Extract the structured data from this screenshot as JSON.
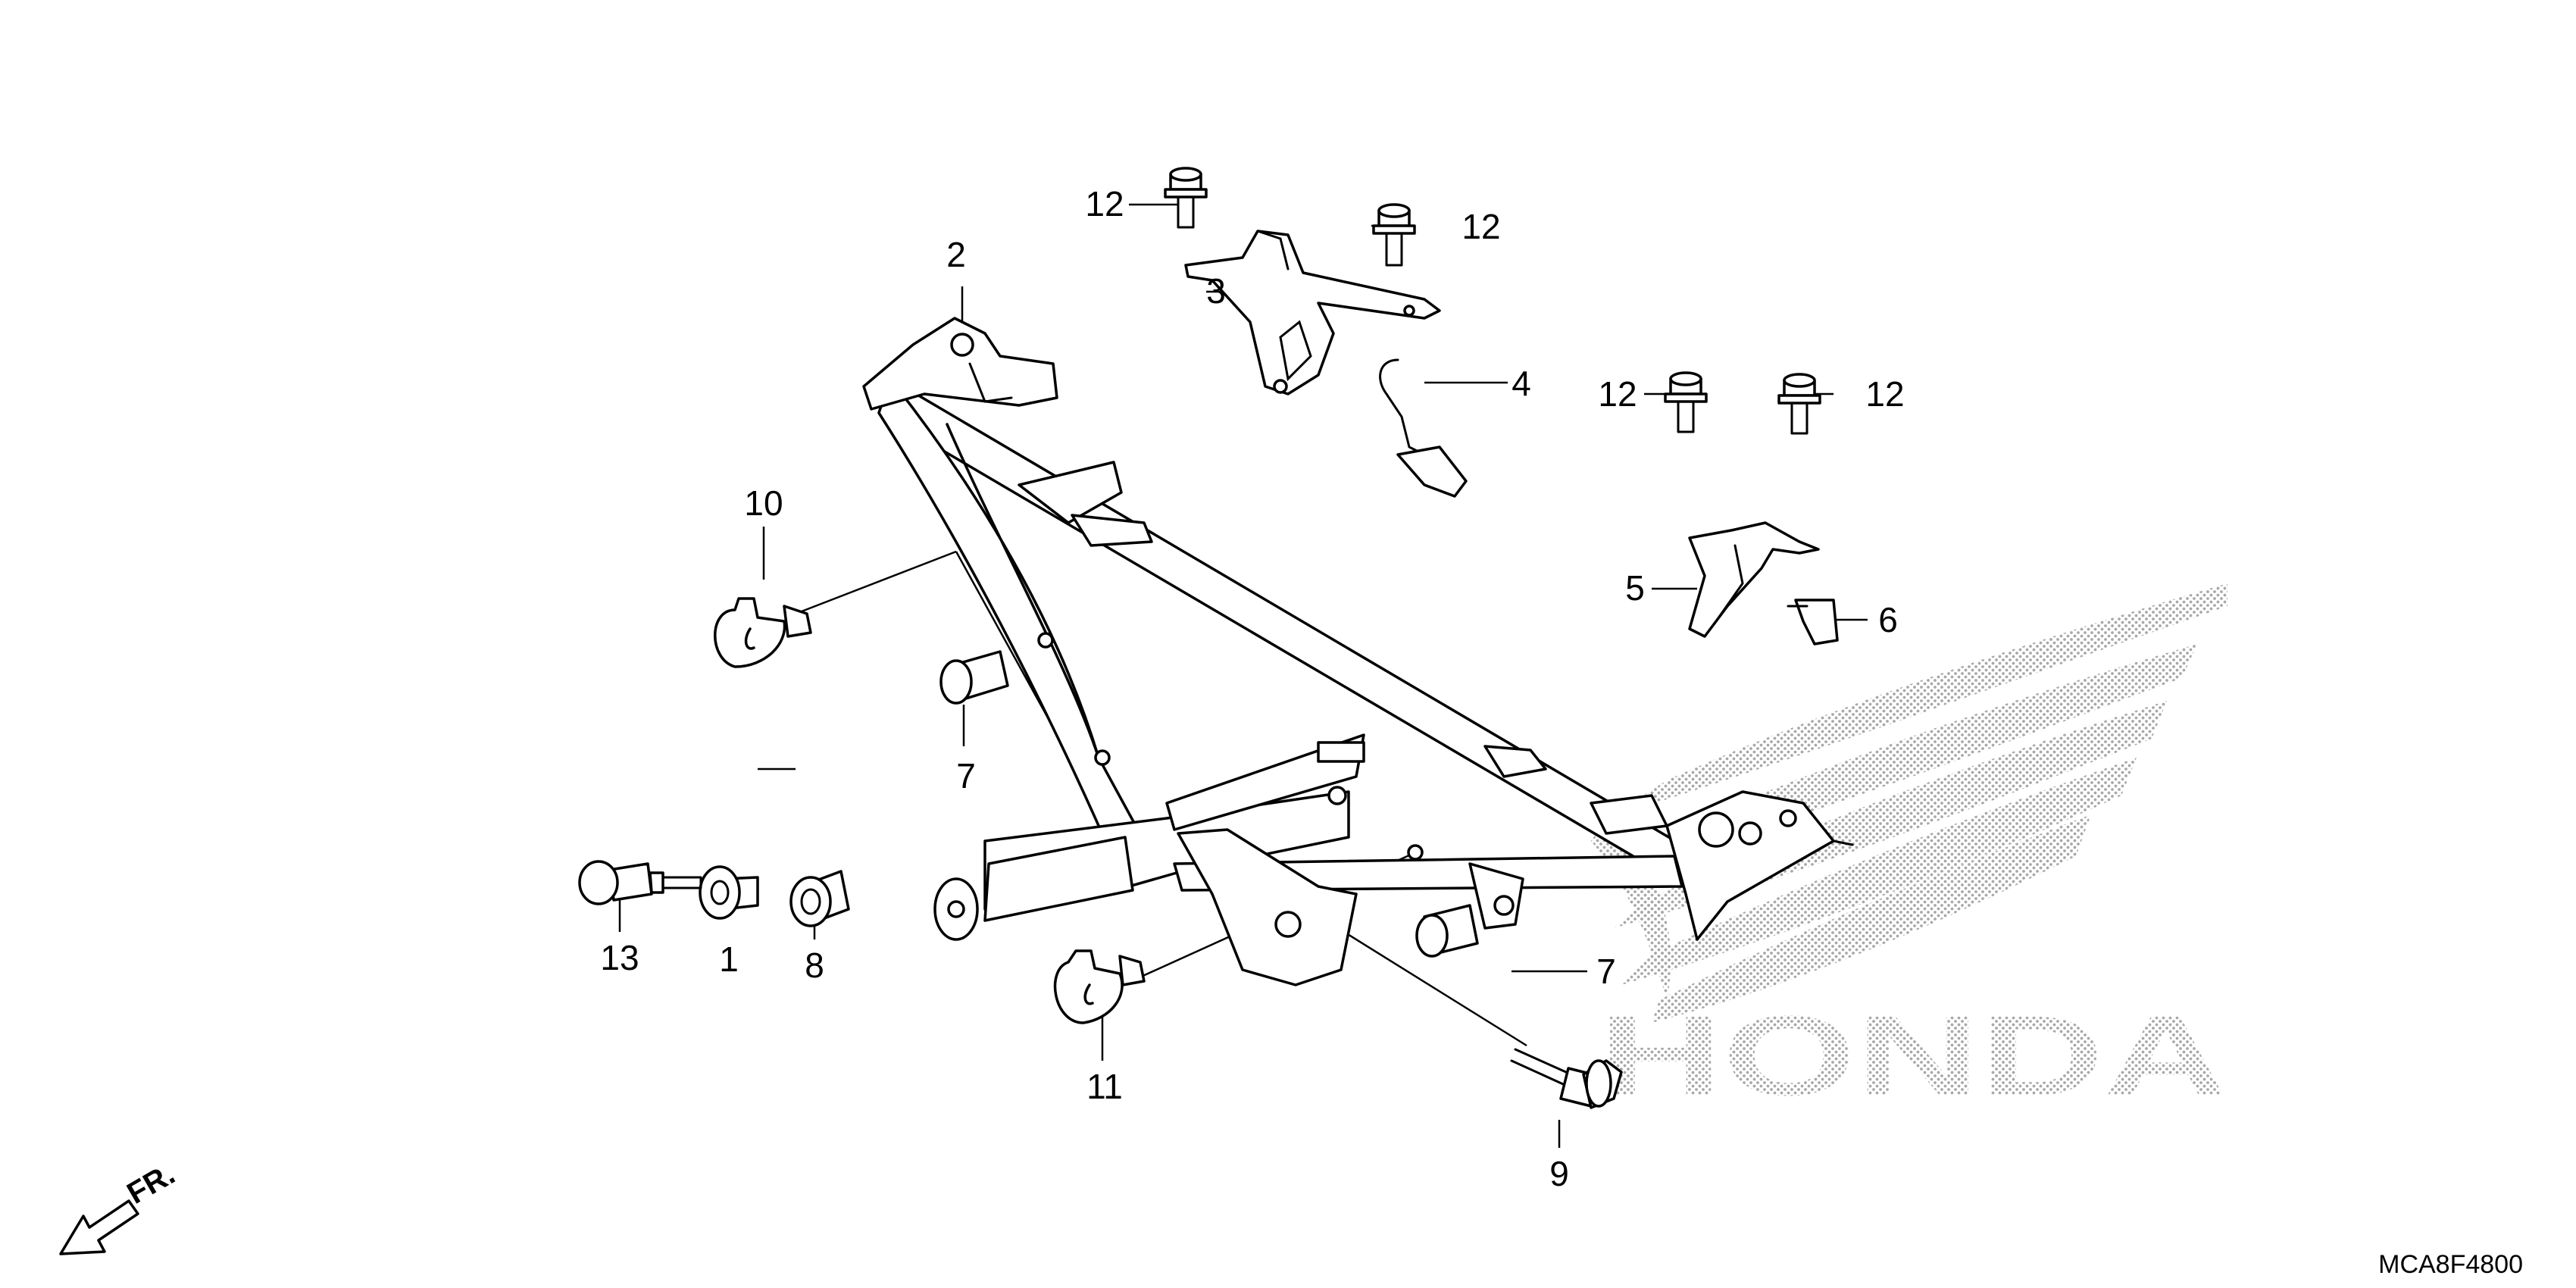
{
  "callouts": {
    "c1": "1",
    "c2": "2",
    "c3": "3",
    "c4": "4",
    "c5": "5",
    "c6": "6",
    "c7a": "7",
    "c7b": "7",
    "c8": "8",
    "c9": "9",
    "c10": "10",
    "c11": "11",
    "c12a": "12",
    "c12b": "12",
    "c12c": "12",
    "c12d": "12",
    "c13": "13"
  },
  "diagram_code": "MCA8F4800",
  "front_arrow_label": "FR.",
  "watermark": {
    "wordmark": "HONDA",
    "icon": "honda-wing-logo",
    "color": "#b0b0b0"
  }
}
